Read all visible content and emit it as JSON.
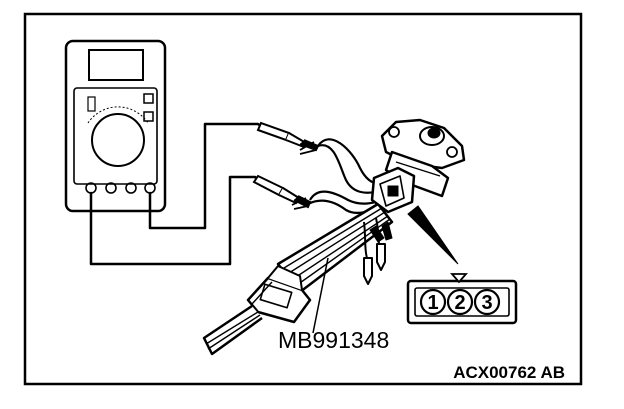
{
  "diagram": {
    "tool_label": "MB991348",
    "figure_code": "ACX00762 AB",
    "connector_pins": [
      "1",
      "2",
      "3"
    ]
  }
}
